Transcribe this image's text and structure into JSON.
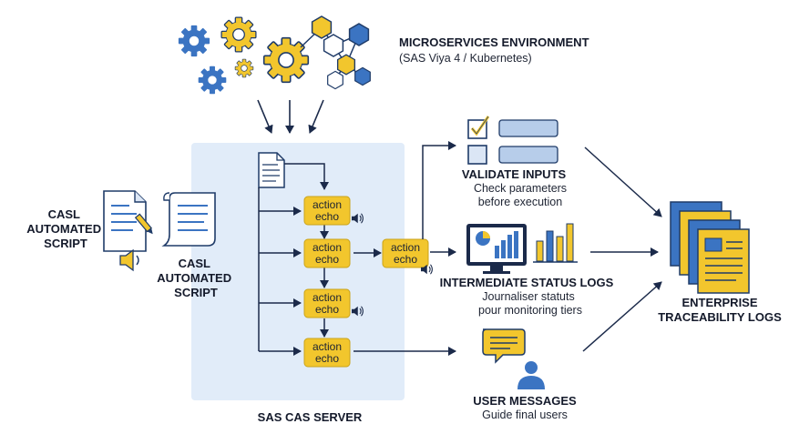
{
  "microservices": {
    "title": "MICROSERVICES ENVIRONMENT",
    "subtitle": "(SAS Viya 4 / Kubernetes)"
  },
  "casl_script_left": {
    "title": "CASL AUTOMATED SCRIPT"
  },
  "casl_script_right": {
    "title": "CASL AUTOMATED SCRIPT"
  },
  "server": {
    "label": "SAS CAS SERVER",
    "action_pills": [
      {
        "line1": "action",
        "line2": "echo"
      },
      {
        "line1": "action",
        "line2": "echo"
      },
      {
        "line1": "action",
        "line2": "echo"
      },
      {
        "line1": "action",
        "line2": "echo"
      }
    ]
  },
  "external_action": {
    "line1": "action",
    "line2": "echo"
  },
  "validate": {
    "title": "VALIDATE INPUTS",
    "line1": "Check parameters",
    "line2": "before execution"
  },
  "status_logs": {
    "title": "INTERMEDIATE STATUS LOGS",
    "line1": "Journaliser statuts",
    "line2": "pour monitoring tiers"
  },
  "user_messages": {
    "title": "USER MESSAGES",
    "line1": "Guide final users"
  },
  "enterprise": {
    "title_line1": "ENTERPRISE",
    "title_line2": "TRACEABILITY LOGS"
  },
  "colors": {
    "blue": "#3b74c2",
    "dark_blue": "#1f3b68",
    "yellow": "#f2c62d",
    "light_blue_panel": "#e1ecf9",
    "navy": "#1b2a4a"
  },
  "icons": [
    "gear-icon",
    "hexagon-network-icon",
    "document-icon",
    "scroll-icon",
    "speaker-icon",
    "checkbox-icon",
    "monitor-chart-icon",
    "bar-chart-icon",
    "chat-bubble-icon",
    "user-icon",
    "stacked-documents-icon"
  ]
}
